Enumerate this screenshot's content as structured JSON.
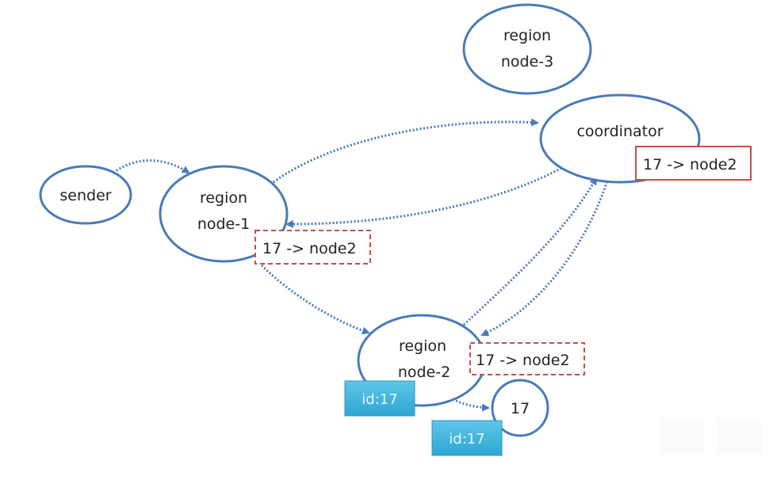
{
  "nodes": {
    "sender": {
      "label": "sender"
    },
    "region_node_1": {
      "line1": "region",
      "line2": "node-1"
    },
    "region_node_2": {
      "line1": "region",
      "line2": "node-2"
    },
    "region_node_3": {
      "line1": "region",
      "line2": "node-3"
    },
    "coordinator": {
      "label": "coordinator"
    },
    "item_17": {
      "label": "17"
    }
  },
  "route_boxes": {
    "coordinator": {
      "label": "17 -> node2",
      "style": "solid"
    },
    "node_1": {
      "label": "17 -> node2",
      "style": "dashed"
    },
    "node_2": {
      "label": "17 -> node2",
      "style": "dashed"
    }
  },
  "id_tags": {
    "node_2": {
      "label": "id:17"
    },
    "item_17": {
      "label": "id:17"
    }
  },
  "edges": [
    {
      "from": "sender",
      "to": "region_node_1"
    },
    {
      "from": "region_node_1",
      "to": "coordinator"
    },
    {
      "from": "coordinator",
      "to": "region_node_1"
    },
    {
      "from": "region_node_1",
      "to": "region_node_2"
    },
    {
      "from": "region_node_2",
      "to": "coordinator"
    },
    {
      "from": "coordinator",
      "to": "region_node_2"
    },
    {
      "from": "region_node_2",
      "to": "item_17"
    }
  ],
  "colors": {
    "node_stroke": "#4a7ab8",
    "edge": "#4a7ab8",
    "route_box_border": "#c0504d",
    "id_tag_fill": "#3fb4da"
  },
  "overlay_buttons": [
    {
      "icon": "download-icon"
    },
    {
      "icon": "upload-icon"
    }
  ]
}
